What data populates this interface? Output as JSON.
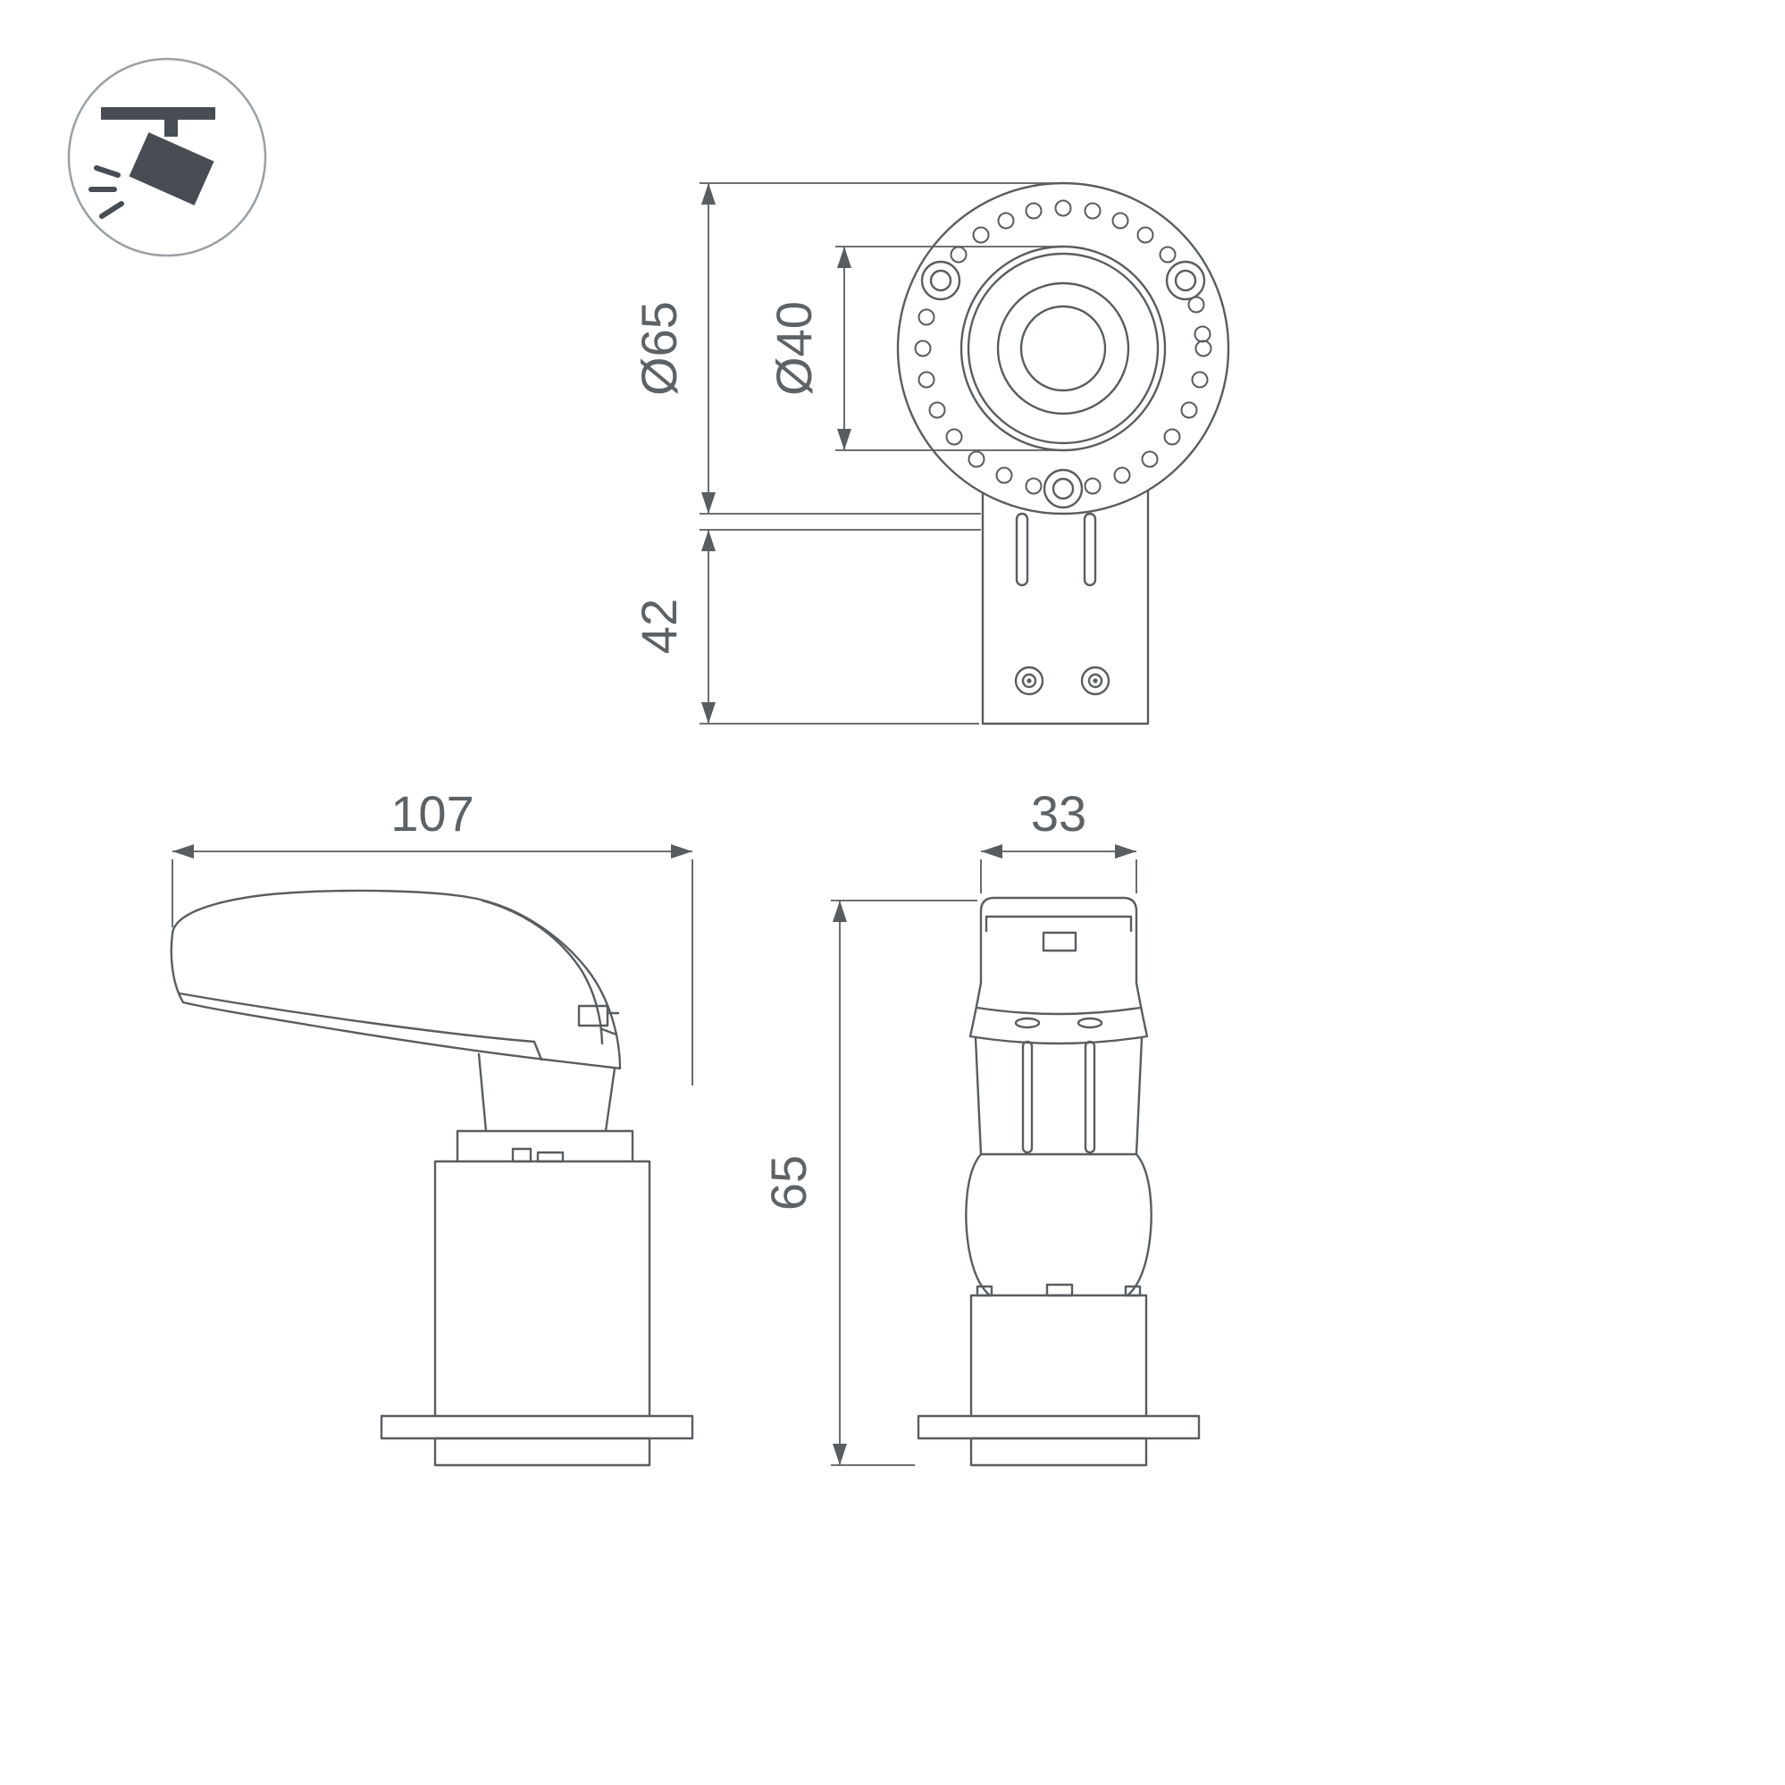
{
  "theme": {
    "background": "#ffffff",
    "line_color": "#585d61",
    "dim_text_color": "#5d6266",
    "icon_color": "#474d53",
    "icon_ring_color": "#9aa0a4"
  },
  "icon": {
    "name": "ceiling-spotlight-pictogram"
  },
  "views": {
    "top": {
      "dimensions": {
        "outer_diameter": "Ø65",
        "inner_diameter": "Ø40",
        "recess_depth": "42"
      }
    },
    "side": {
      "dimensions": {
        "length": "107"
      }
    },
    "front": {
      "dimensions": {
        "width": "33",
        "height": "65"
      }
    }
  }
}
